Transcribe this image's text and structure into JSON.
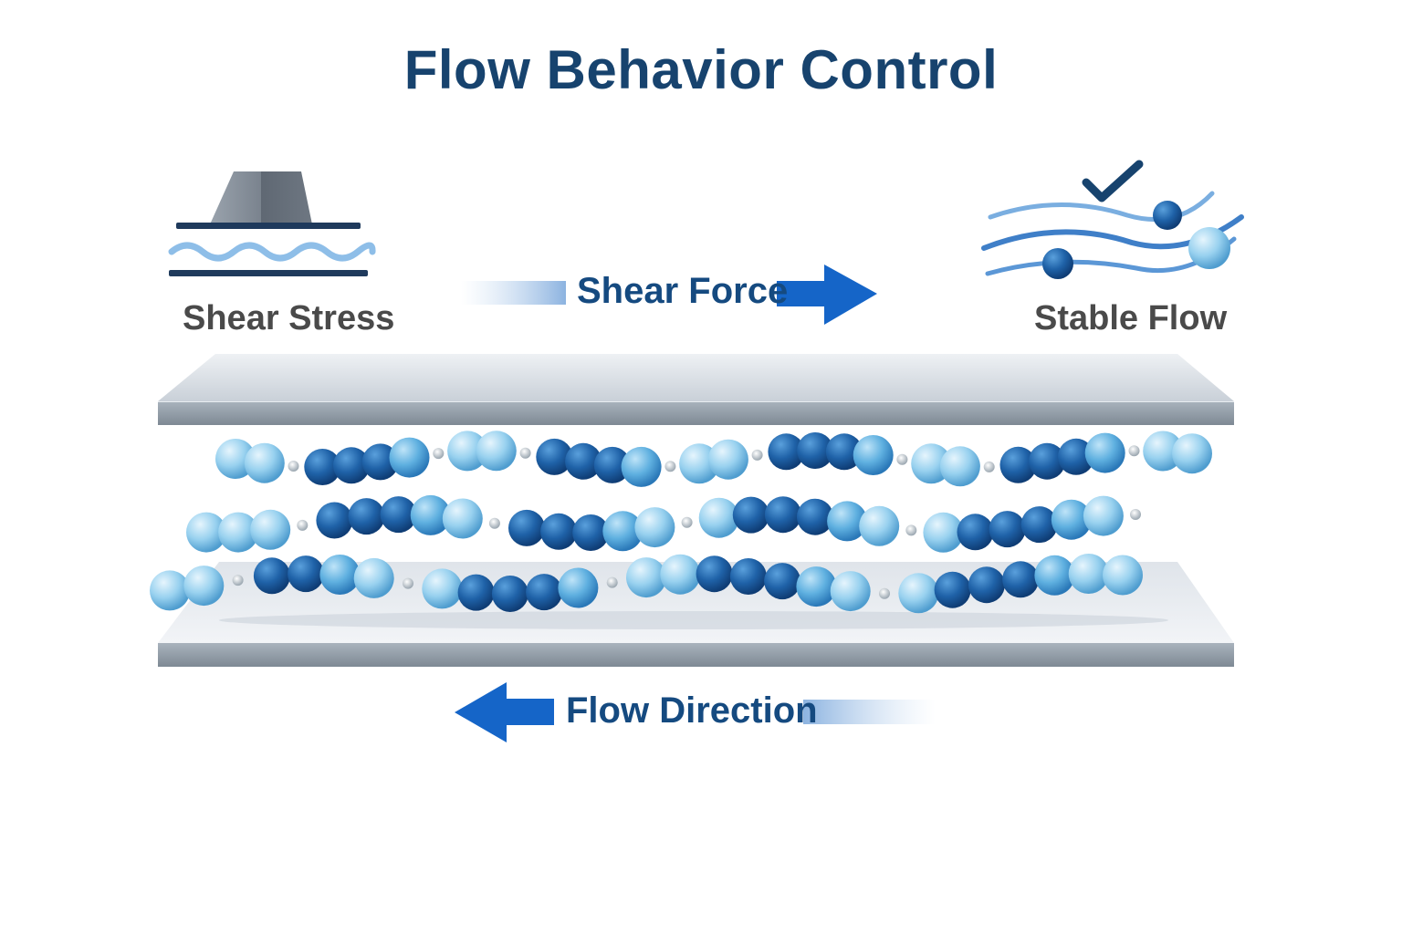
{
  "title": "Flow Behavior Control",
  "labels": {
    "shear_stress": "Shear Stress",
    "shear_force": "Shear Force",
    "stable_flow": "Stable Flow",
    "flow_direction": "Flow Direction"
  },
  "colors": {
    "title": "#17436e",
    "arrow": "#1565c8",
    "bead_dark": "#1e5ea4",
    "bead_light": "#8fcbec",
    "plate": "#b9c3cd"
  },
  "icons": {
    "shear_stress": "shear-stress-icon",
    "stable_flow": "stable-flow-icon"
  }
}
